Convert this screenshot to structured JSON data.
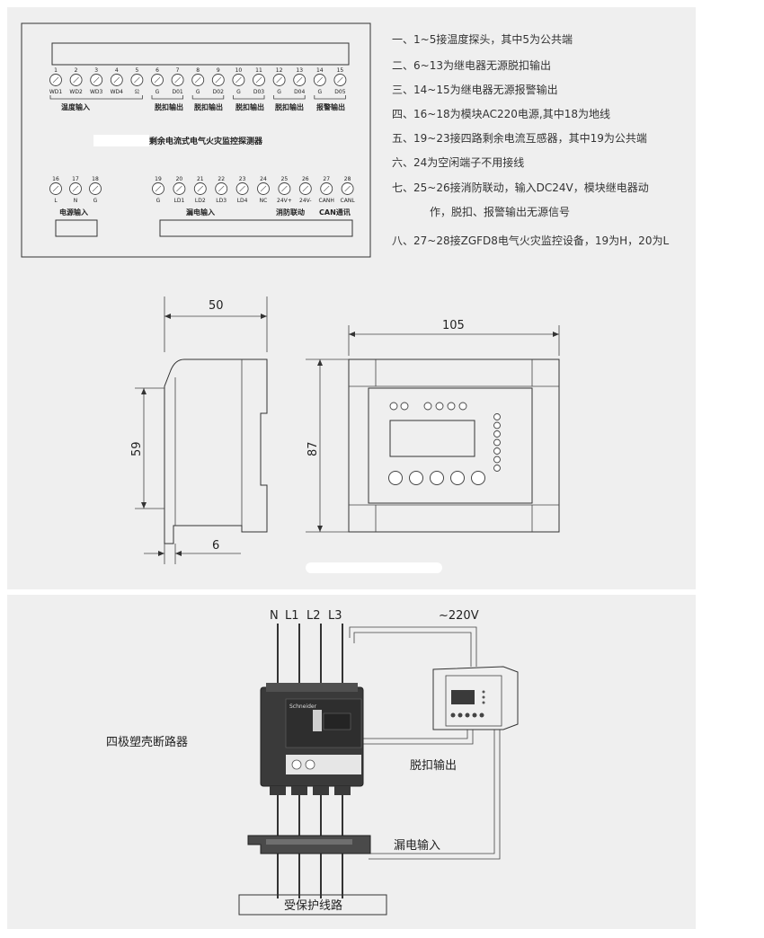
{
  "terminal_diagram": {
    "device_title": "剩余电流式电气火灾监控探测器",
    "top_terminals": [
      "1",
      "2",
      "3",
      "4",
      "5",
      "6",
      "7",
      "8",
      "9",
      "10",
      "11",
      "12",
      "13",
      "14",
      "15"
    ],
    "top_sublabels": [
      "WD1",
      "WD2",
      "WD3",
      "WD4",
      "公",
      "G",
      "D01",
      "G",
      "D02",
      "G",
      "D03",
      "G",
      "D04",
      "G",
      "D05"
    ],
    "top_groups": [
      "温度输入",
      "脱扣输出",
      "脱扣输出",
      "脱扣输出",
      "脱扣输出",
      "报警输出"
    ],
    "power_terminals": [
      "16",
      "17",
      "18"
    ],
    "power_sublabels": [
      "L",
      "N",
      "G"
    ],
    "power_group": "电源输入",
    "bottom_terminals": [
      "19",
      "20",
      "21",
      "22",
      "23",
      "24",
      "25",
      "26",
      "27",
      "28"
    ],
    "bottom_sublabels": [
      "G",
      "LD1",
      "LD2",
      "LD3",
      "LD4",
      "NC",
      "24V+",
      "24V-",
      "CANH",
      "CANL"
    ],
    "leak_group": "漏电输入",
    "fire_group": "消防联动",
    "can_group": "CAN通讯"
  },
  "notes": [
    "一、1~5接温度探头，其中5为公共端",
    "二、6~13为继电器无源脱扣输出",
    "三、14~15为继电器无源报警输出",
    "四、16~18为模块AC220电源,其中18为地线",
    "五、19~23接四路剩余电流互感器，其中19为公共端",
    "六、24为空闲端子不用接线",
    "七、25~26接消防联动，输入DC24V，模块继电器动",
    "作，脱扣、报警输出无源信号",
    "八、27~28接ZGFD8电气火灾监控设备，19为H，20为L"
  ],
  "dimensions": {
    "width_side": "50",
    "height_side": "59",
    "rail_depth": "6",
    "width_front": "105",
    "height_front": "87"
  },
  "wiring": {
    "phase_labels": [
      "N",
      "L1",
      "L2",
      "L3"
    ],
    "voltage_label": "~220V",
    "breaker_label": "四极塑壳断路器",
    "trip_output_label": "脱扣输出",
    "leak_input_label": "漏电输入",
    "protected_line_label": "受保护线路",
    "breaker_brand": "Schneider"
  },
  "colors": {
    "panel_bg": "#efefef",
    "line": "#333333",
    "breaker": "#3a3a3a"
  }
}
